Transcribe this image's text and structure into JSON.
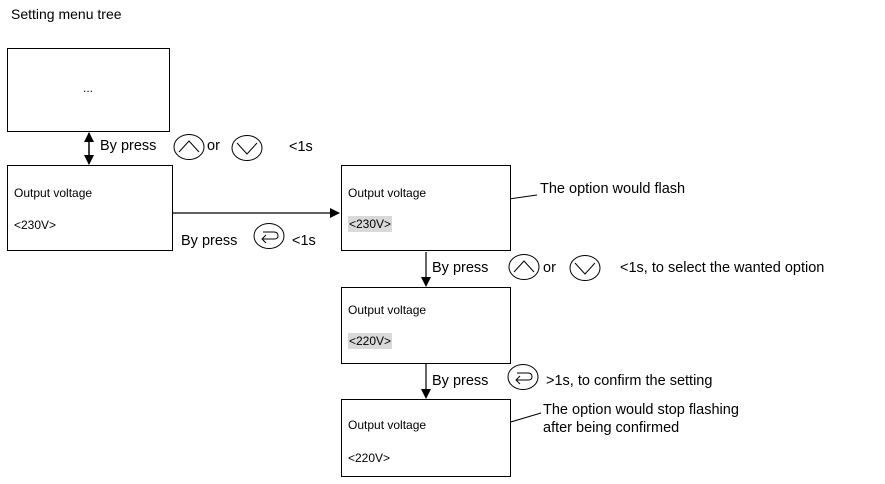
{
  "title": "Setting menu tree",
  "top_box": {
    "text": "..."
  },
  "boxes": [
    {
      "label": "Output voltage",
      "value": "<230V>",
      "highlight": false
    },
    {
      "label": "Output voltage",
      "value": "<230V>",
      "highlight": true
    },
    {
      "label": "Output voltage",
      "value": "<220V>",
      "highlight": true
    },
    {
      "label": "Output voltage",
      "value": "<220V>",
      "highlight": false
    }
  ],
  "annotations": {
    "nav_press": "By press",
    "nav_or": "or",
    "nav_time": "<1s",
    "enter_press": "By press",
    "enter_time": "<1s",
    "flash_note": "The option would flash",
    "select_press": "By press",
    "select_or": "or",
    "select_time": "<1s, to select the wanted option",
    "confirm_press": "By press",
    "confirm_time": ">1s, to confirm the setting",
    "stop_note_line1": "The option would stop flashing",
    "stop_note_line2": "after being confirmed"
  },
  "icons": [
    "up-arrow-icon",
    "down-arrow-icon",
    "enter-icon"
  ]
}
